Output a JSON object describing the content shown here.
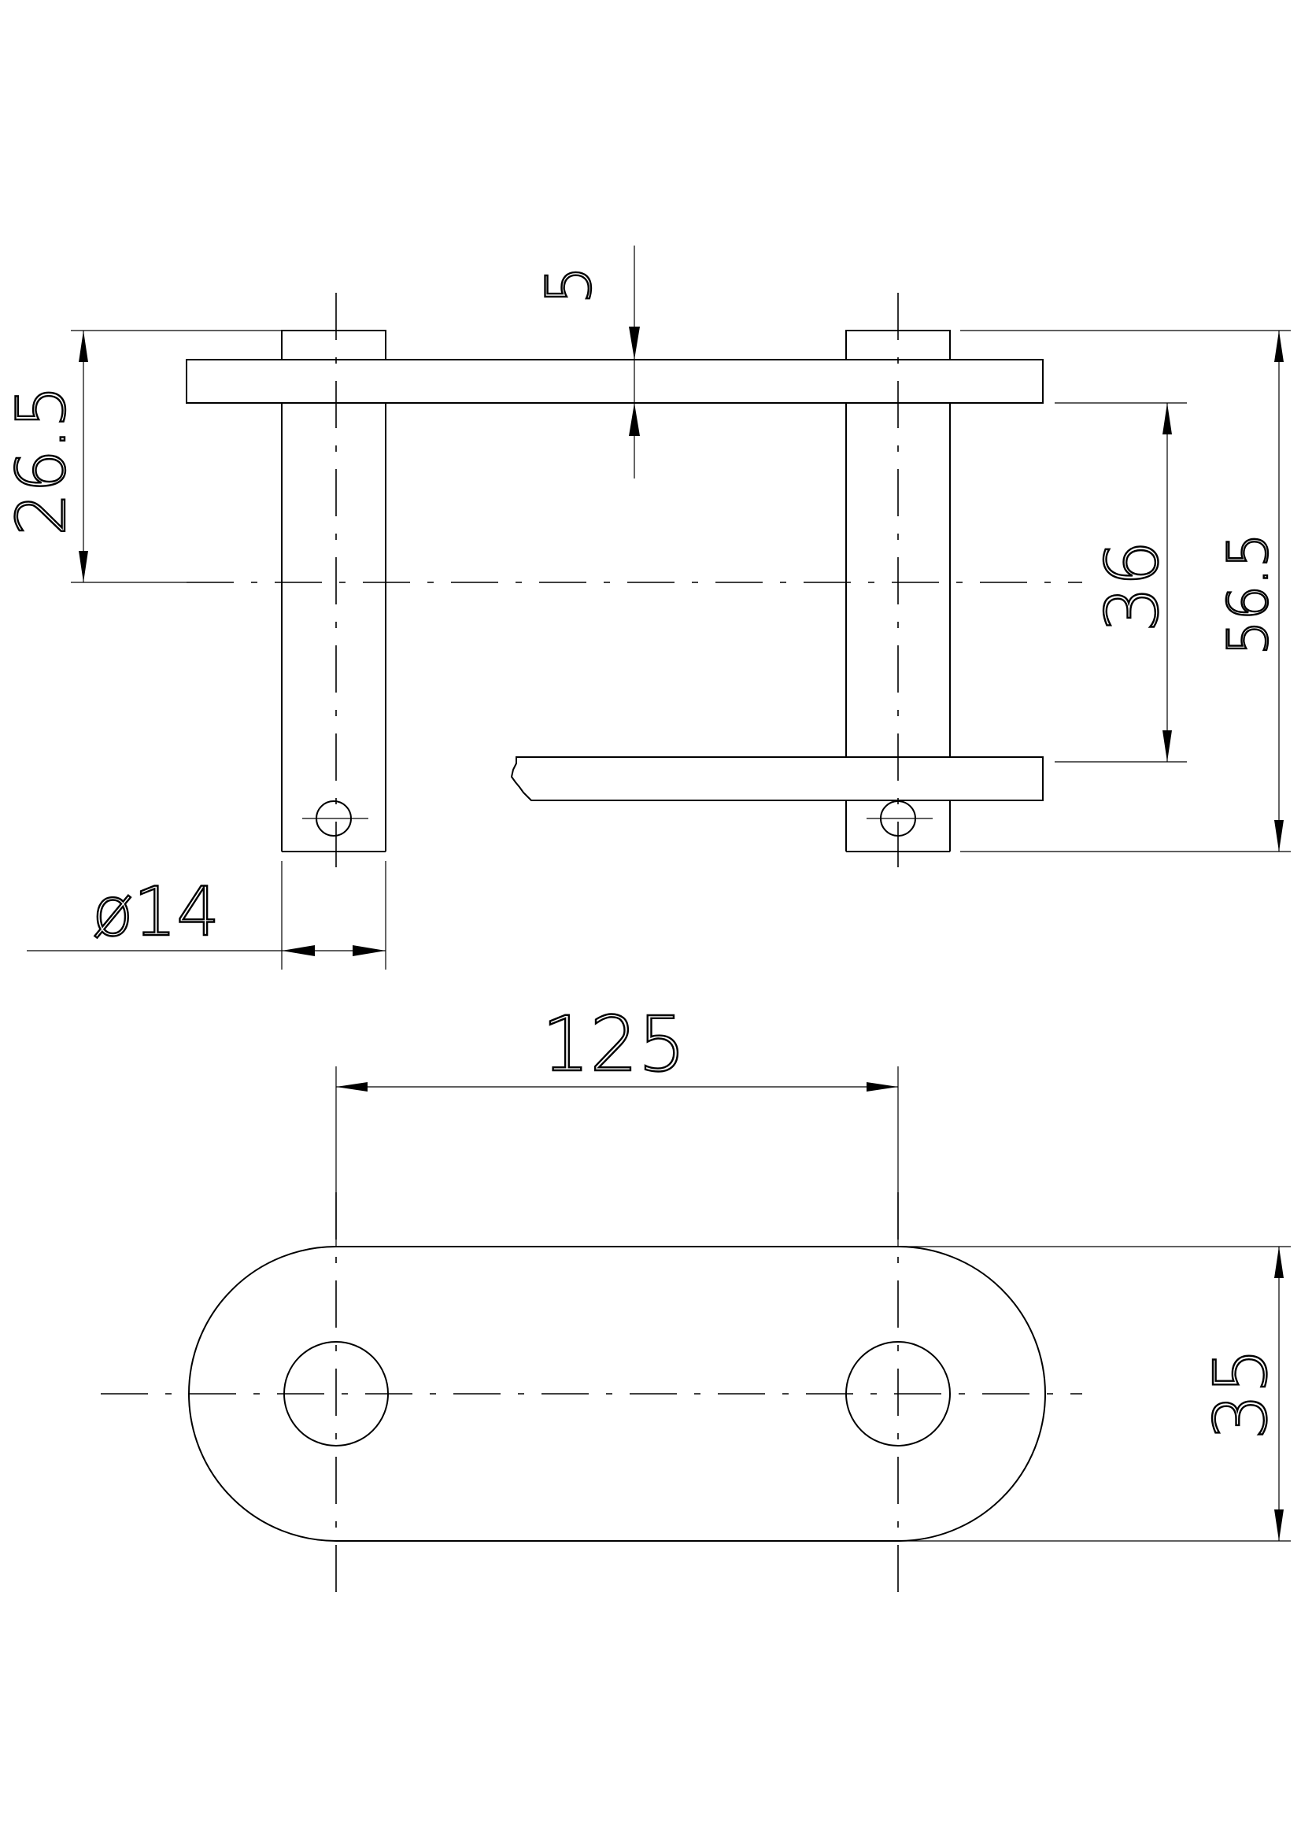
{
  "drawing": {
    "top_view": {
      "dimensions": {
        "plate_thickness": "5",
        "pin_offset": "26.5",
        "inner_width": "36",
        "overall_height": "56.5",
        "pin_diameter": "ø14"
      }
    },
    "side_view": {
      "dimensions": {
        "pitch": "125",
        "plate_height": "35"
      }
    }
  }
}
